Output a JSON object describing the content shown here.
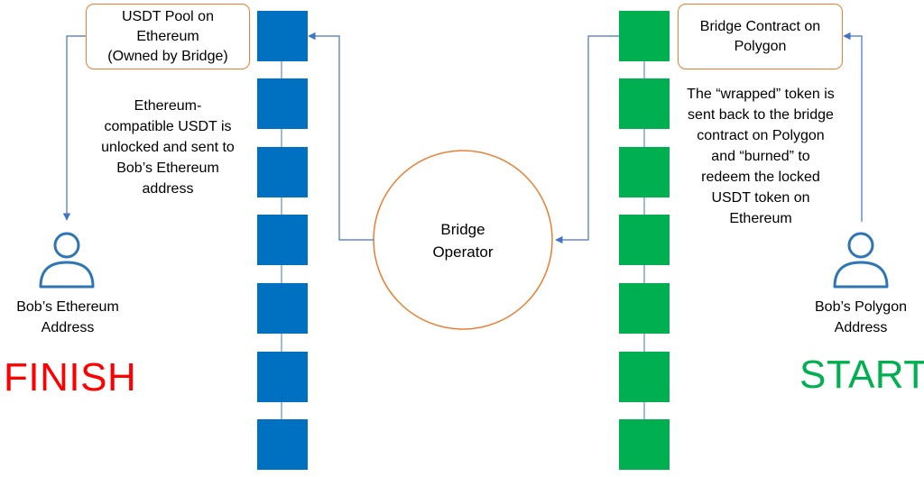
{
  "colors": {
    "ethereum_block": "#0070C0",
    "polygon_block": "#00B050",
    "box_border": "#ED7D31",
    "operator_border": "#ED7D31",
    "arrow": "#4472C4",
    "person_icon": "#2E75B6",
    "finish_text": "#FF0000",
    "start_text": "#00B050"
  },
  "ethereum_pool_box": {
    "lines": [
      "USDT Pool on",
      "Ethereum",
      "(Owned by Bridge)"
    ]
  },
  "polygon_contract_box": {
    "lines": [
      "Bridge Contract on",
      "Polygon"
    ]
  },
  "ethereum_description": {
    "lines": [
      "Ethereum-",
      "compatible USDT is",
      "unlocked and sent to",
      "Bob’s Ethereum",
      "address"
    ]
  },
  "polygon_description": {
    "lines": [
      "The “wrapped” token is",
      "sent back to the bridge",
      "contract on Polygon",
      "and “burned” to",
      "redeem the locked",
      "USDT token on",
      "Ethereum"
    ]
  },
  "bridge_operator": {
    "lines": [
      "Bridge",
      "Operator"
    ]
  },
  "ethereum_person": {
    "icon": "person-icon",
    "lines": [
      "Bob’s Ethereum",
      "Address"
    ]
  },
  "polygon_person": {
    "icon": "person-icon",
    "lines": [
      "Bob’s Polygon",
      "Address"
    ]
  },
  "finish_label": "FINISH",
  "start_label": "START"
}
